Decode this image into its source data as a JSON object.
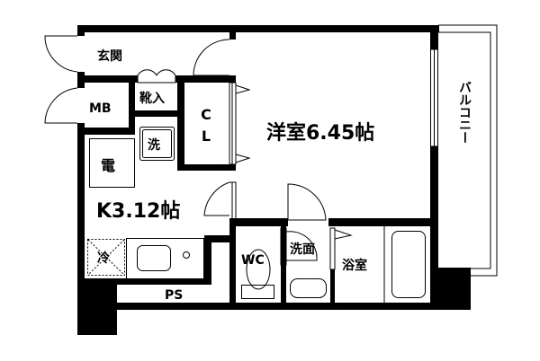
{
  "floorplan": {
    "rooms": {
      "entrance": "玄関",
      "meter_box": "MB",
      "shoe_storage": "靴入",
      "closet": "CL",
      "western_room": "洋室6.45帖",
      "balcony": "バルコニー",
      "electric": "電",
      "washer": "洗",
      "kitchen": "K3.12帖",
      "fridge": "冷",
      "pipe_space": "PS",
      "toilet": "WC",
      "washroom": "洗面",
      "bathroom": "浴室"
    }
  }
}
